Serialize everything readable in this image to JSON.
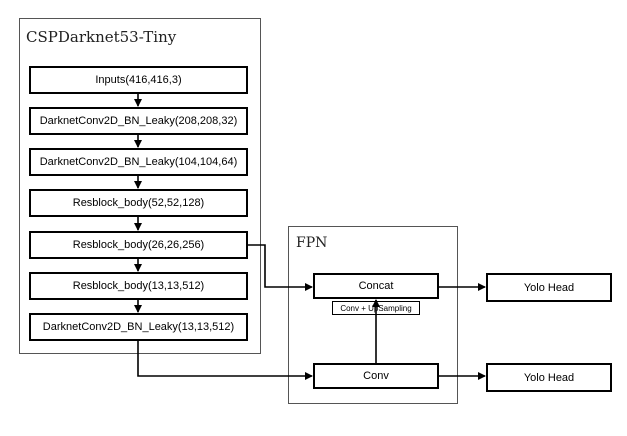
{
  "backbone": {
    "title": "CSPDarknet53-Tiny",
    "layers": [
      "Inputs(416,416,3)",
      "DarknetConv2D_BN_Leaky(208,208,32)",
      "DarknetConv2D_BN_Leaky(104,104,64)",
      "Resblock_body(52,52,128)",
      "Resblock_body(26,26,256)",
      "Resblock_body(13,13,512)",
      "DarknetConv2D_BN_Leaky(13,13,512)"
    ]
  },
  "fpn": {
    "title": "FPN",
    "concat": "Concat",
    "conv": "Conv",
    "upsample_label": "Conv + UpSampling"
  },
  "heads": {
    "top": "Yolo Head",
    "bottom": "Yolo Head"
  }
}
